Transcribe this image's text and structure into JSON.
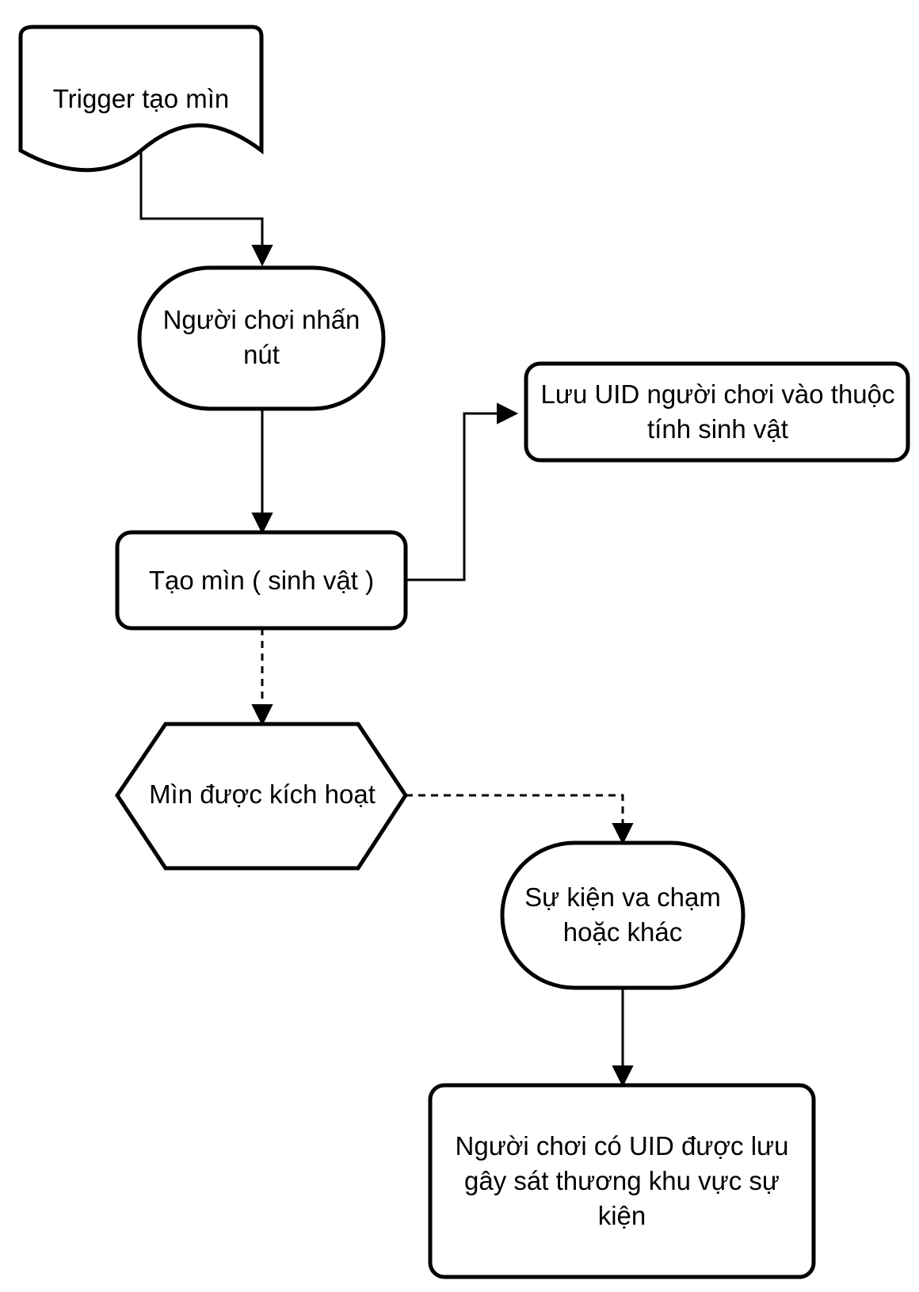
{
  "nodes": {
    "trigger": "Trigger tạo mìn",
    "player_press": "Người chơi nhấn nút",
    "save_uid": "Lưu UID người chơi vào thuộc tính sinh vật",
    "create_mine": "Tạo mìn ( sinh vật )",
    "mine_triggered": "Mìn được kích hoạt",
    "collision_event": "Sự kiện va chạm hoặc khác",
    "damage": "Người chơi có UID được lưu gây sát thương khu vực sự kiện"
  }
}
